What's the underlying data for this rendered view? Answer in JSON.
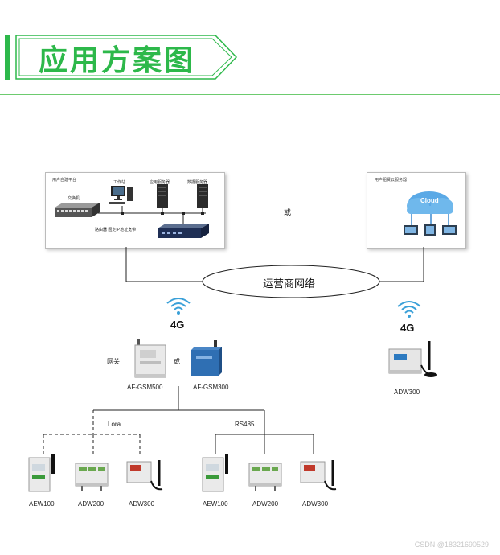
{
  "header": {
    "title": "应用方案图"
  },
  "left_box": {
    "platform_label": "用户自建平台",
    "switch_label": "交换机",
    "workstation_label": "工作站",
    "app_server_label": "应用服务器",
    "db_server_label": "数据服务器",
    "router_label": "路由器 固定IP地址宽带"
  },
  "or_top": "或",
  "right_box": {
    "label": "用户租赁云服务器",
    "cloud_label": "Cloud"
  },
  "network_label": "运营商网络",
  "band_left": "4G",
  "band_right": "4G",
  "gateway_label": "网关",
  "or_gateway": "或",
  "gateway1_name": "AF-GSM500",
  "gateway2_name": "AF-GSM300",
  "adw300_right_name": "ADW300",
  "lora_label": "Lora",
  "rs485_label": "RS485",
  "bottom_left": [
    "AEW100",
    "ADW200",
    "ADW300"
  ],
  "bottom_right": [
    "AEW100",
    "ADW200",
    "ADW300"
  ],
  "watermark": "CSDN @18321690529",
  "colors": {
    "accent": "#2db84a",
    "cloud": "#5aa9e6",
    "gateway_blue": "#2f6fb3"
  }
}
